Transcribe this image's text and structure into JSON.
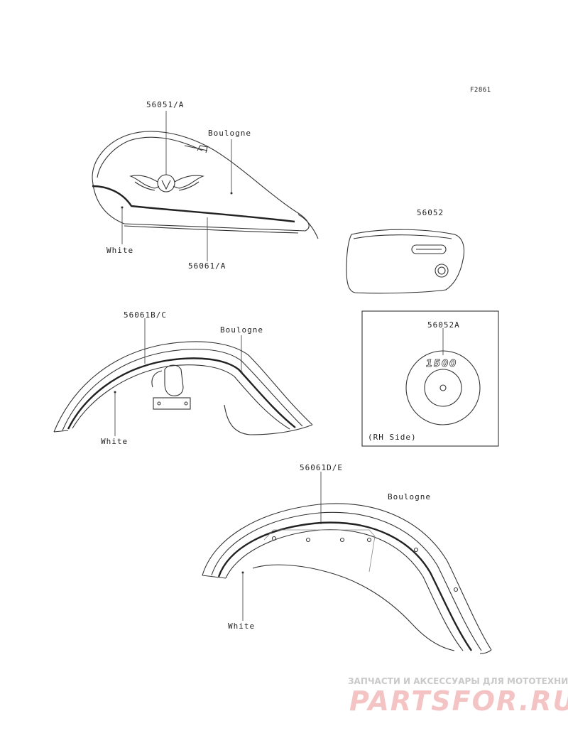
{
  "figure_code": "F2861",
  "labels": {
    "tank_emblem": "56051/A",
    "tank_boulogne": "Boulogne",
    "tank_white": "White",
    "tank_stripe": "56061/A",
    "side_cover": "56052",
    "front_fender_part": "56061B/C",
    "front_fender_boulogne": "Boulogne",
    "front_fender_white": "White",
    "side_badge_part": "56052A",
    "side_badge_note": "(RH Side)",
    "rear_fender_part": "56061D/E",
    "rear_fender_boulogne": "Boulogne",
    "rear_fender_white": "White"
  },
  "badge_text": "1500",
  "watermark": {
    "subtitle": "ЗАПЧАСТИ И АКСЕССУАРЫ ДЛЯ МОТОТЕХНИКИ",
    "brand": "PARTSFOR.RU"
  },
  "colors": {
    "line": "#333333",
    "watermark_brand": "#f4c4c4",
    "watermark_sub": "#c9c9c9"
  }
}
